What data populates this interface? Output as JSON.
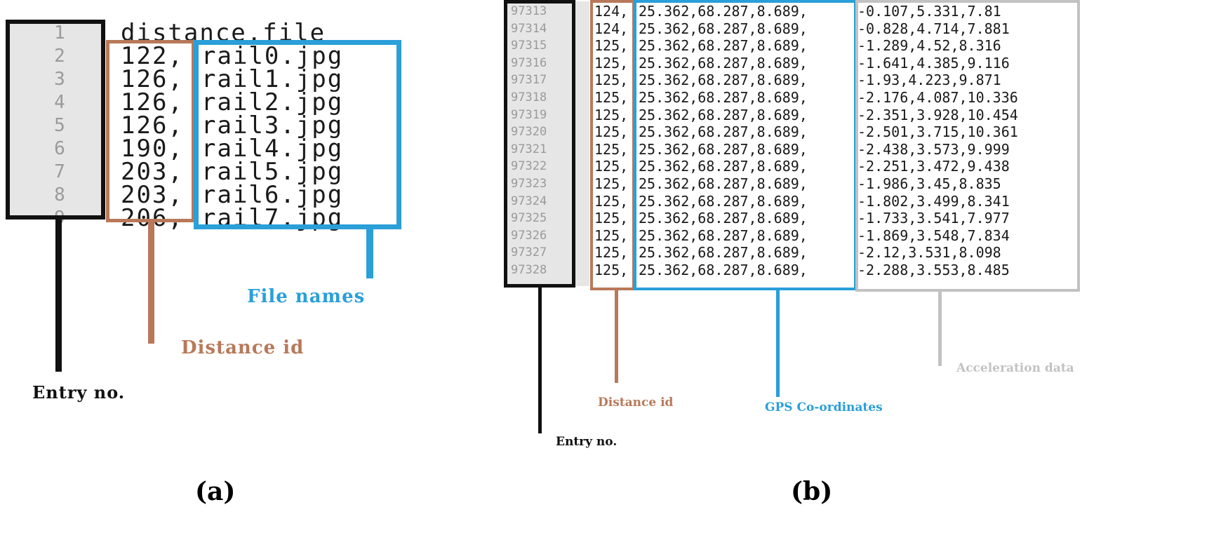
{
  "panel_a": {
    "caption": "(a)",
    "line_numbers": [
      "1",
      "2",
      "3",
      "4",
      "5",
      "6",
      "7",
      "8",
      "9"
    ],
    "header_row": "distance,file",
    "rows": [
      {
        "distance": "122,",
        "file": "rail0.jpg"
      },
      {
        "distance": "126,",
        "file": "rail1.jpg"
      },
      {
        "distance": "126,",
        "file": "rail2.jpg"
      },
      {
        "distance": "126,",
        "file": "rail3.jpg"
      },
      {
        "distance": "190,",
        "file": "rail4.jpg"
      },
      {
        "distance": "203,",
        "file": "rail5.jpg"
      },
      {
        "distance": "203,",
        "file": "rail6.jpg"
      },
      {
        "distance": "206,",
        "file": "rail7.jpg"
      }
    ],
    "labels": {
      "entry": "Entry no.",
      "distance": "Distance id",
      "files": "File names"
    }
  },
  "panel_b": {
    "caption": "(b)",
    "line_numbers": [
      "97313",
      "97314",
      "97315",
      "97316",
      "97317",
      "97318",
      "97319",
      "97320",
      "97321",
      "97322",
      "97323",
      "97324",
      "97325",
      "97326",
      "97327",
      "97328"
    ],
    "rows": [
      {
        "distance": "124,",
        "gps": "25.362,68.287,8.689,",
        "accel": "-0.107,5.331,7.81"
      },
      {
        "distance": "124,",
        "gps": "25.362,68.287,8.689,",
        "accel": "-0.828,4.714,7.881"
      },
      {
        "distance": "125,",
        "gps": "25.362,68.287,8.689,",
        "accel": "-1.289,4.52,8.316"
      },
      {
        "distance": "125,",
        "gps": "25.362,68.287,8.689,",
        "accel": "-1.641,4.385,9.116"
      },
      {
        "distance": "125,",
        "gps": "25.362,68.287,8.689,",
        "accel": "-1.93,4.223,9.871"
      },
      {
        "distance": "125,",
        "gps": "25.362,68.287,8.689,",
        "accel": "-2.176,4.087,10.336"
      },
      {
        "distance": "125,",
        "gps": "25.362,68.287,8.689,",
        "accel": "-2.351,3.928,10.454"
      },
      {
        "distance": "125,",
        "gps": "25.362,68.287,8.689,",
        "accel": "-2.501,3.715,10.361"
      },
      {
        "distance": "125,",
        "gps": "25.362,68.287,8.689,",
        "accel": "-2.438,3.573,9.999"
      },
      {
        "distance": "125,",
        "gps": "25.362,68.287,8.689,",
        "accel": "-2.251,3.472,9.438"
      },
      {
        "distance": "125,",
        "gps": "25.362,68.287,8.689,",
        "accel": "-1.986,3.45,8.835"
      },
      {
        "distance": "125,",
        "gps": "25.362,68.287,8.689,",
        "accel": "-1.802,3.499,8.341"
      },
      {
        "distance": "125,",
        "gps": "25.362,68.287,8.689,",
        "accel": "-1.733,3.541,7.977"
      },
      {
        "distance": "125,",
        "gps": "25.362,68.287,8.689,",
        "accel": "-1.869,3.548,7.834"
      },
      {
        "distance": "125,",
        "gps": "25.362,68.287,8.689,",
        "accel": "-2.12,3.531,8.098"
      },
      {
        "distance": "125,",
        "gps": "25.362,68.287,8.689,",
        "accel": "-2.288,3.553,8.485"
      }
    ],
    "labels": {
      "entry": "Entry no.",
      "distance": "Distance id",
      "gps": "GPS Co-ordinates",
      "accel": "Acceleration data"
    }
  },
  "colors": {
    "entry": "#111111",
    "distance": "#b8795a",
    "files": "#2a9fd8",
    "gps": "#2a9fd8",
    "accel": "#c2c2c2"
  }
}
